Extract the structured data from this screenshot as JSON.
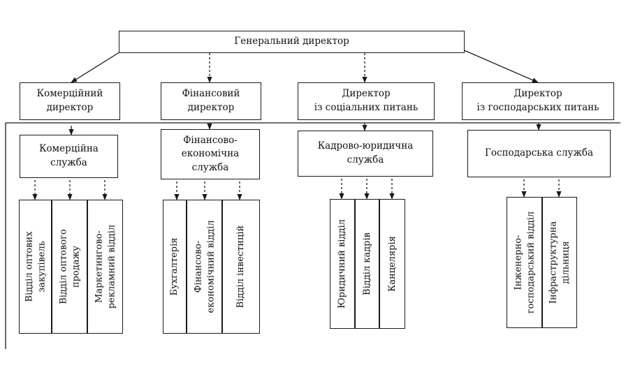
{
  "chart_data": {
    "type": "org_chart",
    "root": "Генеральний директор",
    "branches": [
      {
        "director": "Комерційний\nдиректор",
        "service": "Комерційна\nслужба",
        "departments": [
          "Відділ оптових\nзакупівель",
          "Відділ оптового\nпродажу",
          "Маркетингово-\nрекламний відділ"
        ]
      },
      {
        "director": "Фінансовий\nдиректор",
        "service": "Фінансово-\nекономічна\nслужба",
        "departments": [
          "Бухгалтерія",
          "Фінансово-\nекономічний відділ",
          "Відділ інвестицій"
        ]
      },
      {
        "director": "Директор\nіз соціальних питань",
        "service": "Кадрово-юридична\nслужба",
        "departments": [
          "Юридичний відділ",
          "Відділ кадрів",
          "Канцелярія"
        ]
      },
      {
        "director": "Директор\nіз господарських питань",
        "service": "Господарська служба",
        "departments": [
          "Інженерно-\nгосподарський відділ",
          "Інфраструктурна\nдільниця"
        ]
      }
    ]
  }
}
